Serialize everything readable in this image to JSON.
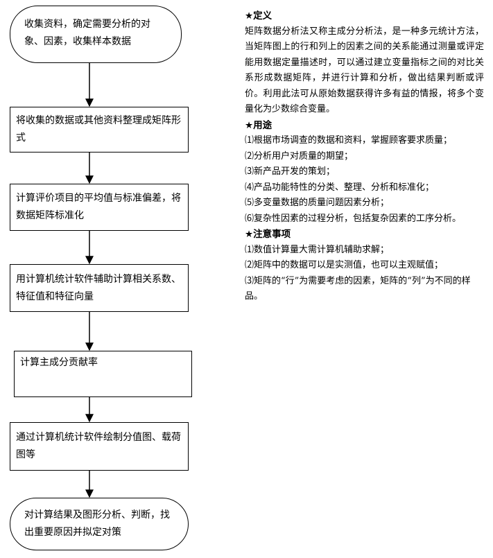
{
  "flowchart": {
    "nodes": [
      {
        "id": "n1",
        "shape": "terminal",
        "text": "收集资料，确定需要分析的对象、因素，收集样本数据"
      },
      {
        "id": "n2",
        "shape": "rect",
        "text": "将收集的数据或其他资料整理成矩阵形式"
      },
      {
        "id": "n3",
        "shape": "rect",
        "text": "计算评价项目的平均值与标准偏差，将数据矩阵标准化"
      },
      {
        "id": "n4",
        "shape": "rect",
        "text": "用计算机统计软件辅助计算相关系数、特征值和特征向量"
      },
      {
        "id": "n5",
        "shape": "rect",
        "text": "计算主成分贡献率"
      },
      {
        "id": "n6",
        "shape": "rect",
        "text": "通过计算机统计软件绘制分值图、载荷图等"
      },
      {
        "id": "n7",
        "shape": "terminal",
        "text": "对计算结果及图形分析、判断，找出重要原因并拟定对策"
      }
    ],
    "edges": [
      {
        "from": "n1",
        "to": "n2"
      },
      {
        "from": "n2",
        "to": "n3"
      },
      {
        "from": "n3",
        "to": "n4"
      },
      {
        "from": "n4",
        "to": "n5"
      },
      {
        "from": "n5",
        "to": "n6"
      },
      {
        "from": "n6",
        "to": "n7"
      }
    ]
  },
  "notes": {
    "definition": {
      "heading": "★定义",
      "text": "矩阵数据分析法又称主成分分析法，是一种多元统计方法，当矩阵图上的行和列上的因素之间的关系能通过测量或评定能用数据定量描述时，可以通过建立变量指标之间的对比关系形成数据矩阵，并进行计算和分析，做出结果判断或评价。利用此法可从原始数据获得许多有益的情报，将多个变量化为少数综合变量。"
    },
    "uses": {
      "heading": "★用途",
      "items": [
        "⑴根据市场调查的数据和资料，掌握顾客要求质量；",
        "⑵分析用户对质量的期望；",
        "⑶新产品开发的策划；",
        "⑷产品功能特性的分类、整理、分析和标准化；",
        "⑸多变量数据的质量问题因素分析；",
        "⑹复杂性因素的过程分析，包括复杂因素的工序分析。"
      ]
    },
    "cautions": {
      "heading": "★注意事项",
      "items": [
        "⑴数值计算量大需计算机辅助求解；",
        "⑵矩阵中的数据可以是实测值，也可以主观赋值；",
        "⑶矩阵的“行”为需要考虑的因素，矩阵的“列”为不同的样品。"
      ]
    }
  }
}
